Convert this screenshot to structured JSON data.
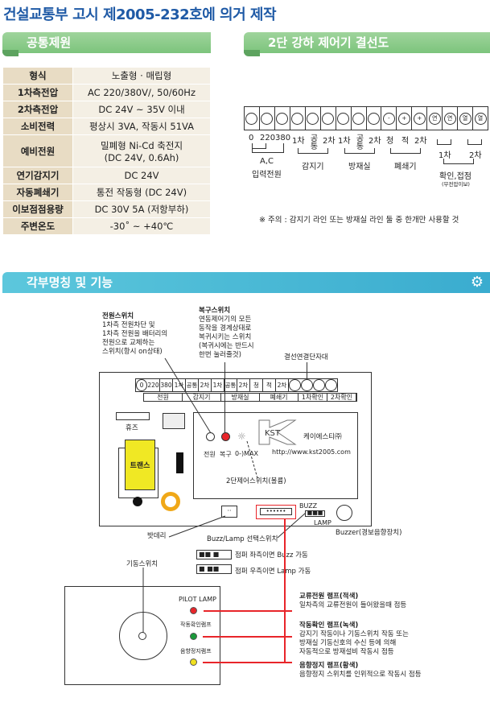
{
  "title": "건설교통부 고시 제2005-232호에 의거 제작",
  "spec": {
    "header": "공통제원",
    "rows": [
      {
        "k": "형식",
        "v": "노출형 · 매립형"
      },
      {
        "k": "1차측전압",
        "v": "AC 220/380V/, 50/60Hz"
      },
      {
        "k": "2차측전압",
        "v": "DC 24V ~ 35V 이내"
      },
      {
        "k": "소비전력",
        "v": "평상시 3VA, 작동시 51VA"
      },
      {
        "k": "예비전원",
        "v": "밀폐형 Ni-Cd 축전지",
        "v2": "(DC 24V, 0.6Ah)"
      },
      {
        "k": "연기감지기",
        "v": "DC 24V"
      },
      {
        "k": "자동폐쇄기",
        "v": "통전 작동형 (DC 24V)"
      },
      {
        "k": "이보점점용량",
        "v": "DC 30V 5A (저항부하)"
      },
      {
        "k": "주변온도",
        "v": "-30˚ ~ +40℃"
      }
    ]
  },
  "wiring": {
    "header": "2단 강하 제어기 결선도",
    "symbols": [
      "",
      "",
      "",
      "",
      "",
      "",
      "",
      "",
      "",
      "-",
      "+",
      "+",
      "연",
      "연",
      "열",
      "열"
    ],
    "labels": [
      "0",
      "220",
      "380",
      "1차",
      "공통",
      "2차",
      "1차",
      "공통",
      "2차",
      "청",
      "적",
      "2차"
    ],
    "groups": {
      "ac": "A,C",
      "ac2": "입력전원",
      "sensor": "감지기",
      "room": "방재실",
      "closer": "폐쇄기",
      "c1": "1차",
      "c2": "2차",
      "confirm": "확인,접점",
      "confirm_sub": "(무전압이보)"
    },
    "note": "※ 주의 : 감지기 라인 또는 방재실 라인 둘 중 한개만 사용할 것"
  },
  "parts": {
    "header": "각부명칭 및 기능",
    "power_switch": [
      "전원스위치",
      "1차측 전원차단 및",
      "1차측 전원을 배터리의",
      "전원으로 교체하는",
      "스위치(항시 on상태)"
    ],
    "reset_switch": [
      "복구스위치",
      "연동제어기의 모든",
      "동작을 경계상태로",
      "복귀시키는 스위치",
      "(복귀시에는 반드시",
      "한번 눌러줄것)"
    ],
    "terminal_label": "결선연결단자대",
    "strip": [
      "0",
      "220",
      "380",
      "1차",
      "공통",
      "2차",
      "1차",
      "공통",
      "2차",
      "청",
      "적",
      "2차"
    ],
    "strip2": [
      "전원",
      "감지기",
      "방재실",
      "폐쇄기",
      "1차확인",
      "2차확인"
    ],
    "fuse": "휴즈",
    "trans": "트랜스",
    "led_power": "전원",
    "led_reset": "복구",
    "knob": "0-)MAX",
    "brand": "KST",
    "company": "케이에스티㈜",
    "url": "http://www.kst2005.com",
    "volume": "2단제어스위치(볼륨)",
    "battery": "밧데리",
    "buzz": "BUZZ",
    "lamp": "LAMP",
    "selector": "Buzz/Lamp 선택스위치",
    "buzzer": "Buzzer(경보음향장치)",
    "jumper_left": "점퍼 좌측이면 Buzz 가동",
    "jumper_right": "점퍼 우측이면 Lamp 가동",
    "start_switch": "기동스위치",
    "pilot": "PILOT LAMP",
    "confirm_lamp": "작동확인램프",
    "stop_lamp": "음향정지램프",
    "desc": [
      {
        "t": "교류전원 램프(적색)",
        "d": [
          "일차측의 교류전원이 들어왔을때 점등"
        ]
      },
      {
        "t": "작동확인 램프(녹색)",
        "d": [
          "감지기 작동이나 기동스위치 작동 또는",
          "방재실 기동신호의 수신 등에 의해",
          "자동적으로 방재설비 작동시 점등"
        ]
      },
      {
        "t": "음향정지 램프(황색)",
        "d": [
          "음향정지 스위치를 인위적으로 작동시 점등"
        ]
      }
    ]
  }
}
